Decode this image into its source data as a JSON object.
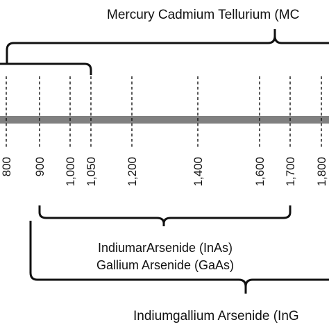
{
  "materials": {
    "mct": "Mercury Cadmium Tellurium (MC",
    "inas": "IndiumarArsenide (InAs)",
    "gaas": "Gallium Arsenide (GaAs)",
    "ingaas": "Indiumgallium Arsenide (InG"
  },
  "wavelength_ticks": [
    {
      "label": "800",
      "value": 800
    },
    {
      "label": "900",
      "value": 900
    },
    {
      "label": "1,000",
      "value": 1000
    },
    {
      "label": "1,050",
      "value": 1050
    },
    {
      "label": "1,200",
      "value": 1200
    },
    {
      "label": "1,400",
      "value": 1400
    },
    {
      "label": "1,600",
      "value": 1600
    },
    {
      "label": "1,700",
      "value": 1700
    },
    {
      "label": "1,800",
      "value": 1800
    }
  ],
  "colors": {
    "line": "#111111",
    "band": "#808080"
  }
}
